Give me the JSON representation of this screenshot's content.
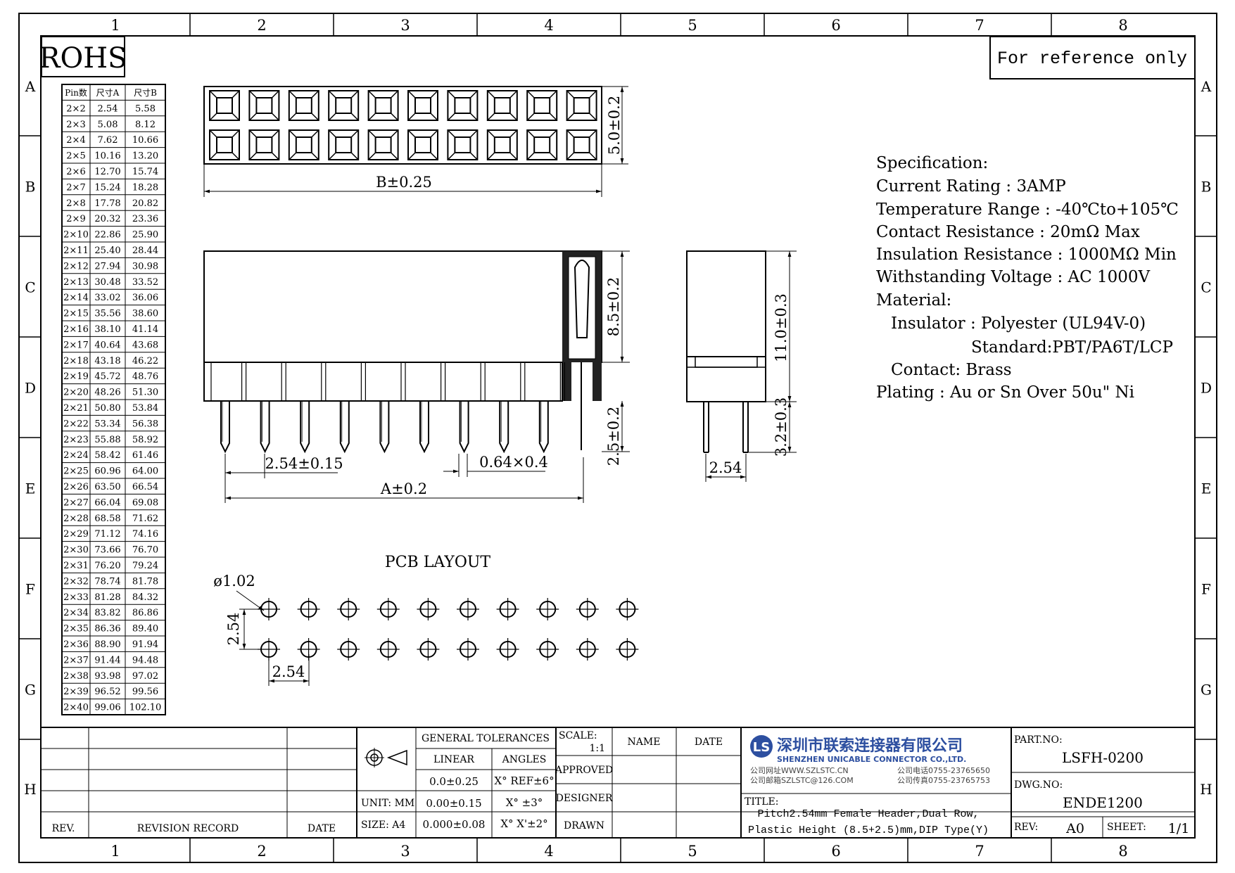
{
  "frame": {
    "columns": [
      "1",
      "2",
      "3",
      "4",
      "5",
      "6",
      "7",
      "8"
    ],
    "rows": [
      "A",
      "B",
      "C",
      "D",
      "E",
      "F",
      "G",
      "H"
    ]
  },
  "rohs": "ROHS",
  "reference": "For reference only",
  "pin_table": {
    "headers": [
      "Pin数",
      "尺寸A",
      "尺寸B"
    ],
    "rows": [
      [
        "2×2",
        "2.54",
        "5.58"
      ],
      [
        "2×3",
        "5.08",
        "8.12"
      ],
      [
        "2×4",
        "7.62",
        "10.66"
      ],
      [
        "2×5",
        "10.16",
        "13.20"
      ],
      [
        "2×6",
        "12.70",
        "15.74"
      ],
      [
        "2×7",
        "15.24",
        "18.28"
      ],
      [
        "2×8",
        "17.78",
        "20.82"
      ],
      [
        "2×9",
        "20.32",
        "23.36"
      ],
      [
        "2×10",
        "22.86",
        "25.90"
      ],
      [
        "2×11",
        "25.40",
        "28.44"
      ],
      [
        "2×12",
        "27.94",
        "30.98"
      ],
      [
        "2×13",
        "30.48",
        "33.52"
      ],
      [
        "2×14",
        "33.02",
        "36.06"
      ],
      [
        "2×15",
        "35.56",
        "38.60"
      ],
      [
        "2×16",
        "38.10",
        "41.14"
      ],
      [
        "2×17",
        "40.64",
        "43.68"
      ],
      [
        "2×18",
        "43.18",
        "46.22"
      ],
      [
        "2×19",
        "45.72",
        "48.76"
      ],
      [
        "2×20",
        "48.26",
        "51.30"
      ],
      [
        "2×21",
        "50.80",
        "53.84"
      ],
      [
        "2×22",
        "53.34",
        "56.38"
      ],
      [
        "2×23",
        "55.88",
        "58.92"
      ],
      [
        "2×24",
        "58.42",
        "61.46"
      ],
      [
        "2×25",
        "60.96",
        "64.00"
      ],
      [
        "2×26",
        "63.50",
        "66.54"
      ],
      [
        "2×27",
        "66.04",
        "69.08"
      ],
      [
        "2×28",
        "68.58",
        "71.62"
      ],
      [
        "2×29",
        "71.12",
        "74.16"
      ],
      [
        "2×30",
        "73.66",
        "76.70"
      ],
      [
        "2×31",
        "76.20",
        "79.24"
      ],
      [
        "2×32",
        "78.74",
        "81.78"
      ],
      [
        "2×33",
        "81.28",
        "84.32"
      ],
      [
        "2×34",
        "83.82",
        "86.86"
      ],
      [
        "2×35",
        "86.36",
        "89.40"
      ],
      [
        "2×36",
        "88.90",
        "91.94"
      ],
      [
        "2×37",
        "91.44",
        "94.48"
      ],
      [
        "2×38",
        "93.98",
        "97.02"
      ],
      [
        "2×39",
        "96.52",
        "99.56"
      ],
      [
        "2×40",
        "99.06",
        "102.10"
      ]
    ]
  },
  "dims": {
    "top_height": "5.0±0.2",
    "top_width": "B±0.25",
    "front_height": "8.5±0.2",
    "pin_length": "2.5±0.2",
    "pitch": "2.54±0.15",
    "pin_size": "0.64×0.4",
    "a_width": "A±0.2",
    "side_height": "11.0±0.3",
    "side_pin": "3.2±0.3",
    "side_pitch": "2.54",
    "pcb_title": "PCB LAYOUT",
    "hole": "ø1.02",
    "pcb_row": "2.54",
    "pcb_col": "2.54"
  },
  "spec": {
    "lines": [
      "Specification:",
      "Current Rating : 3AMP",
      "Temperature Range : -40℃to+105℃",
      "Contact Resistance : 20mΩ Max",
      "Insulation Resistance : 1000MΩ Min",
      "Withstanding Voltage : AC 1000V",
      "Material:",
      "Insulator : Polyester (UL94V-0)",
      "Standard:PBT/PA6T/LCP",
      "Contact: Brass",
      "Plating : Au or Sn Over 50u\" Ni"
    ]
  },
  "title_block": {
    "rev_label": "REV.",
    "revision_record": "REVISION RECORD",
    "date_label": "DATE",
    "general_tolerances": "GENERAL TOLERANCES",
    "linear": "LINEAR",
    "angles": "ANGLES",
    "tol1": "0.0±0.25",
    "tol2": "0.00±0.15",
    "tol3": "0.000±0.08",
    "ang1": "X° REF±6°",
    "ang2": "X° ±3°",
    "ang3": "X° X'±2°",
    "unit": "UNIT: MM",
    "size": "SIZE: A4",
    "scale_label": "SCALE:",
    "scale_value": "1:1",
    "name": "NAME",
    "date": "DATE",
    "approved": "APPROVED",
    "designer": "DESIGNER",
    "drawn": "DRAWN",
    "company_cn": "深圳市联索连接器有限公司",
    "company_en": "SHENZHEN UNICABLE CONNECTOR CO.,LTD.",
    "web": "公司网址WWW.SZLSTC.CN",
    "mail": "公司邮箱SZLSTC@126.COM",
    "tel": "公司电话0755-23765650",
    "fax": "公司传真0755-23765753",
    "title_label": "TITLE:",
    "title1": "Pitch2.54mm Female Header,Dual Row,",
    "title2": "Plastic Height (8.5+2.5)mm,DIP Type(Y)",
    "part_no_label": "PART.NO:",
    "part_no": "LSFH-0200",
    "dwg_no_label": "DWG.NO:",
    "dwg_no": "ENDE1200",
    "rev_label2": "REV:",
    "rev": "A0",
    "sheet_label": "SHEET:",
    "sheet": "1/1"
  }
}
